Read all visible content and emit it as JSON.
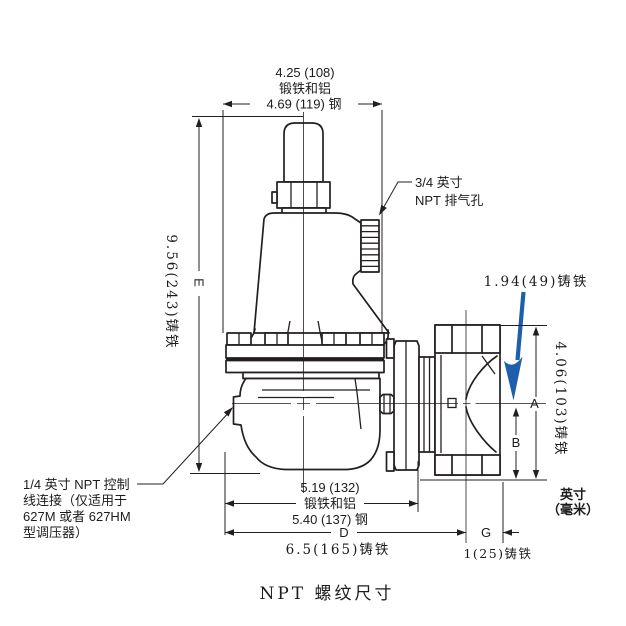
{
  "diagram": {
    "title": "NPT 螺纹尺寸",
    "units": {
      "line1": "英寸",
      "line2": "（毫米）"
    },
    "top_dim": {
      "cast_value": "4.25 (108)",
      "cast_material": "锻铁和铝",
      "steel_value": "4.69 (119) 钢"
    },
    "height_dim": {
      "label": "E",
      "cast_iron": "9.56(243)铸铁"
    },
    "vent_label": {
      "line1": "3/4 英寸",
      "line2": "NPT 排气孔"
    },
    "offset_dim": {
      "cast_iron": "1.94(49)铸铁"
    },
    "right_dim": {
      "label_a": "A",
      "label_b": "B",
      "cast_iron": "4.06(103)铸铁"
    },
    "bottom_dim": {
      "cast_value": "5.19 (132)",
      "cast_material": "锻铁和铝",
      "steel_value": "5.40 (137) 钢",
      "label_d": "D",
      "cast_iron": "6.5(165)铸铁"
    },
    "outlet_dim": {
      "label_g": "G",
      "cast_iron": "1(25)铸铁"
    },
    "control_note": {
      "line1": "1/4 英寸 NPT 控制",
      "line2": "线连接（仅适用于",
      "line3": "627M 或者 627HM",
      "line4": "型调压器）"
    },
    "colors": {
      "line": "#231f20",
      "callout_arrow": "#1e5fad"
    }
  }
}
